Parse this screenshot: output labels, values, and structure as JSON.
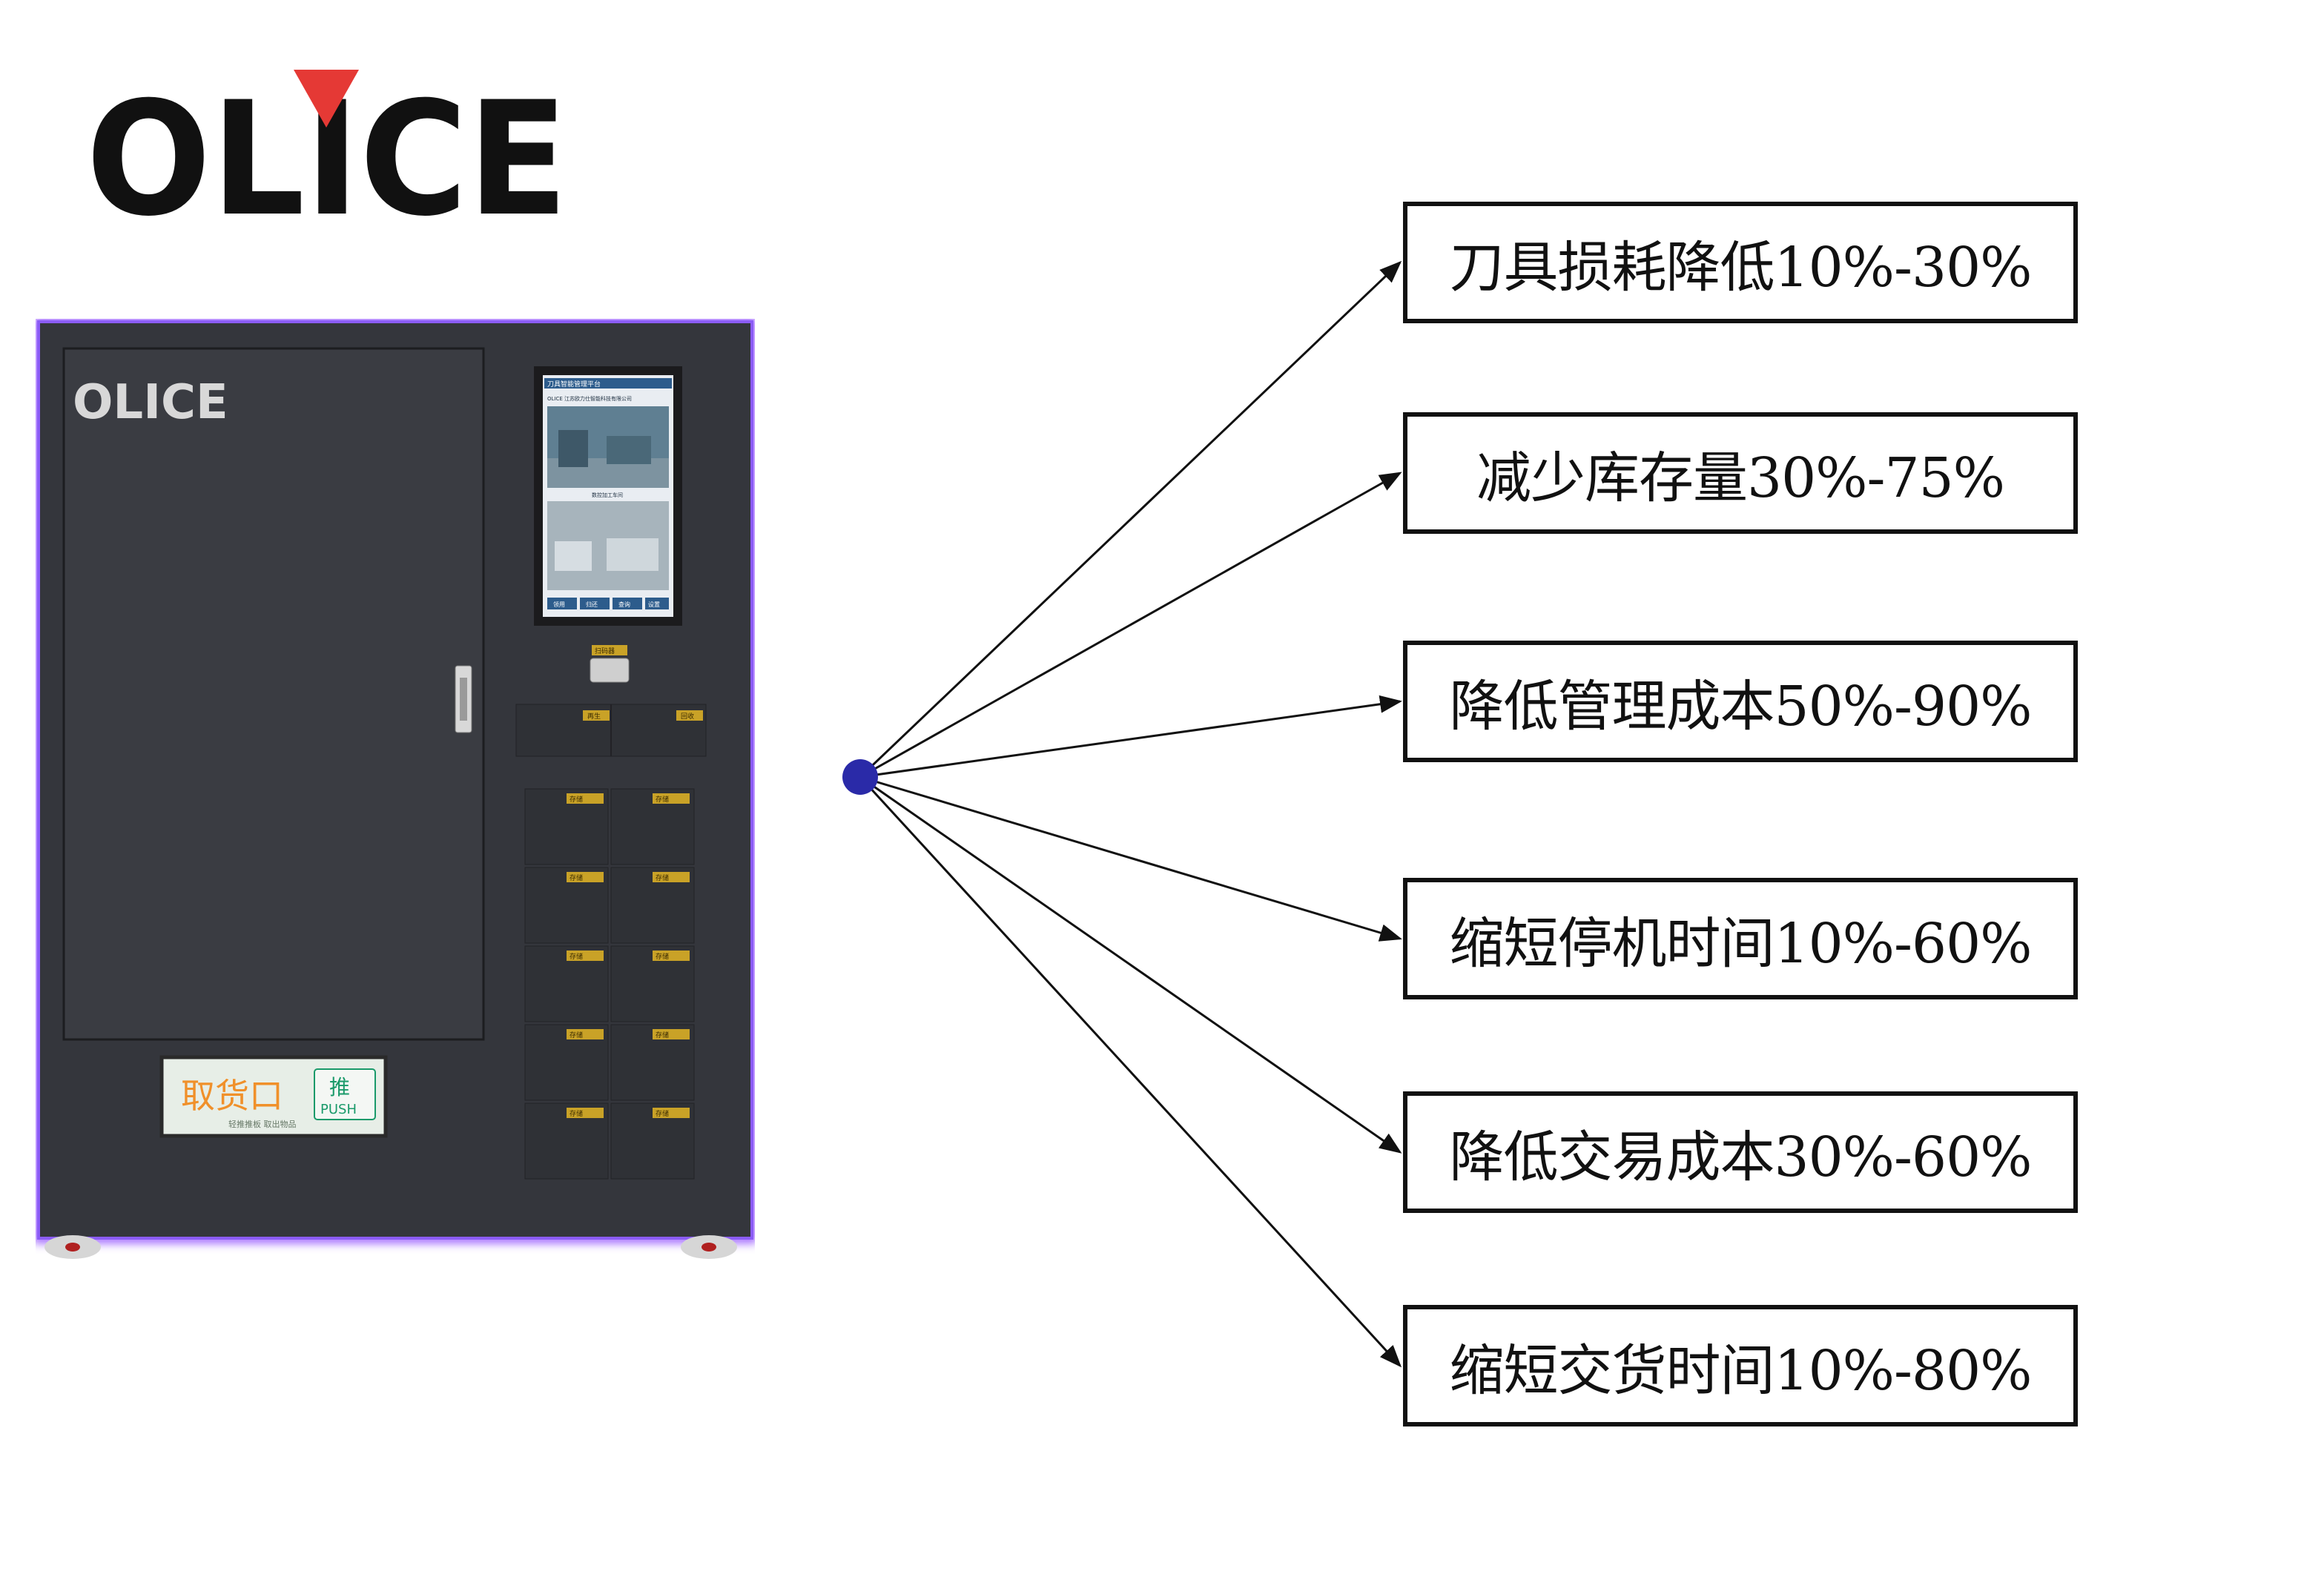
{
  "logo": {
    "text": "OLICE",
    "accent_color": "#e53935"
  },
  "machine": {
    "door_logo": "OLICE",
    "screen": {
      "header": "刀具智能管理平台",
      "company": "OLICE 江苏欧力仕智能科技有限公司",
      "caption": "数控加工车间",
      "buttons": [
        "领用",
        "归还",
        "查询",
        "设置"
      ]
    },
    "scan_label": "扫码器",
    "slot_labels": [
      "再生",
      "回收"
    ],
    "locker_label": "存储",
    "pickup": {
      "label": "取货口",
      "push_cn": "推",
      "push_en": "PUSH",
      "note": "轻推推板 取出物品"
    }
  },
  "benefits": [
    "刀具损耗降低10%-30%",
    "减少库存量30%-75%",
    "降低管理成本50%-90%",
    "缩短停机时间10%-60%",
    "降低交易成本30%-60%",
    "缩短交货时间10%-80%"
  ],
  "colors": {
    "hub": "#2a2aa8",
    "cabinet": "#34363c",
    "glow": "#a066ff",
    "label_gold": "#c9a227",
    "pickup_text": "#f0902a",
    "push_text": "#1a9a6a"
  }
}
